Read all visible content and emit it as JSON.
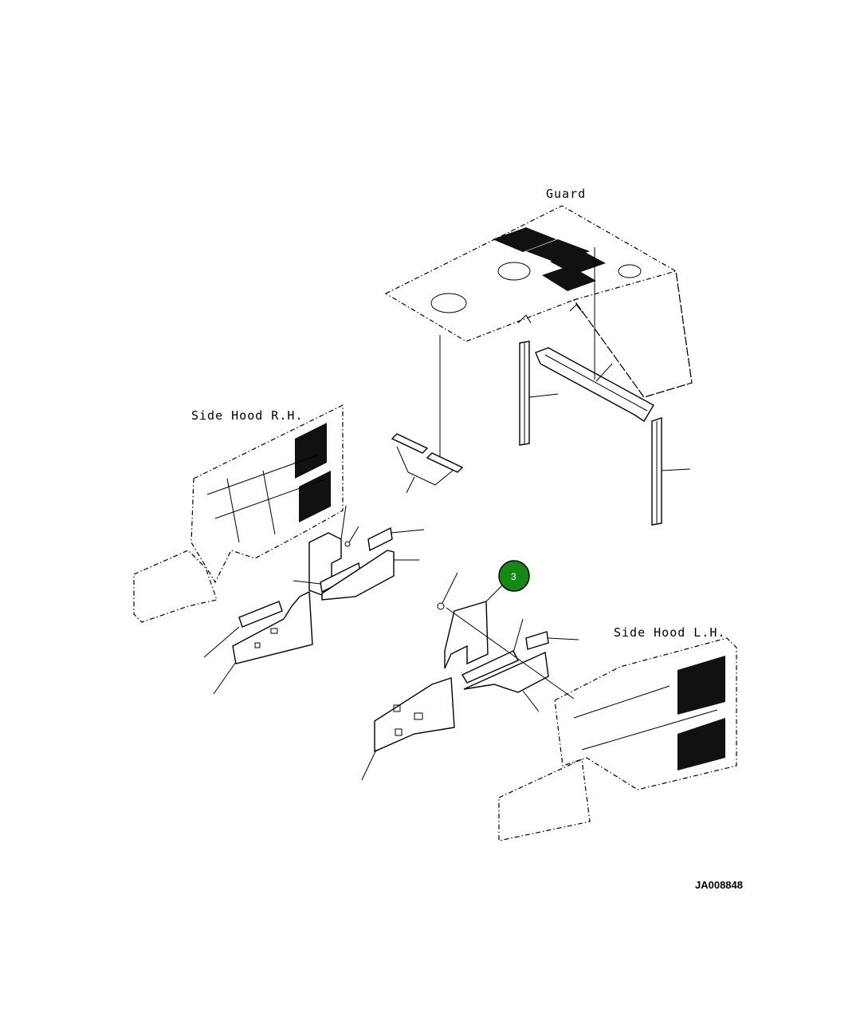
{
  "labels": {
    "guard": "Guard",
    "side_hood_rh": "Side Hood R.H.",
    "side_hood_lh": "Side Hood L.H.",
    "drawing_code": "JA008848"
  },
  "callout": {
    "number": "3",
    "color": "#138a13"
  }
}
